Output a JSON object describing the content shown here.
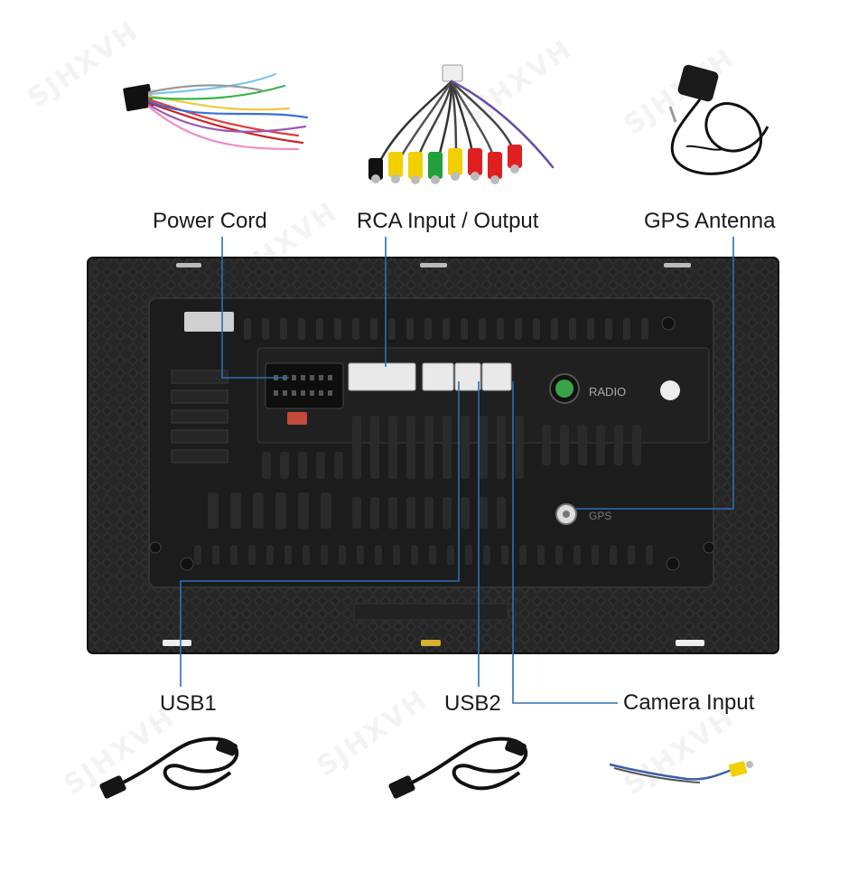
{
  "watermark": "SJHXVH",
  "labels": {
    "power_cord": "Power Cord",
    "rca": "RCA Input / Output",
    "gps": "GPS Antenna",
    "usb1": "USB1",
    "usb2": "USB2",
    "camera": "Camera Input"
  },
  "unit_markings": {
    "radio": "RADIO",
    "gps_port": "GPS"
  },
  "colors": {
    "callout_line": "#2b6fb3",
    "unit_body": "#1e1e1e",
    "unit_frame": "#2a2a2a",
    "connector_white": "#e9e9e9",
    "radio_port_green": "#3aa34a",
    "rca_yellow": "#f2d000",
    "rca_red": "#e02020",
    "rca_green": "#22a03a"
  }
}
